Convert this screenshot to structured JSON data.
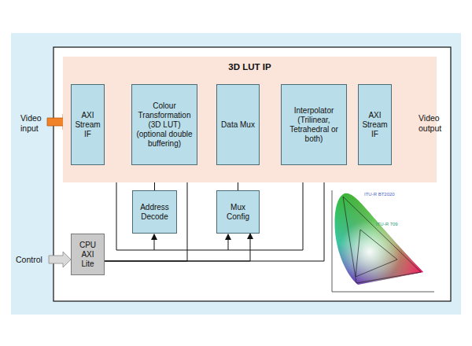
{
  "diagram": {
    "nodes": [
      {
        "text": [
          "3D LUT IP"
        ]
      },
      {
        "text": [
          "AXI Stream IF"
        ],
        "in": 0
      },
      {
        "text": [
          "Colour Transformation (3D LUT) (optional double buffering)"
        ],
        "in": 0
      },
      {
        "text": [
          "Data Mux"
        ],
        "in": 0
      },
      {
        "text": [
          "Interpolator (Trilinear, Tetrahedral or both)"
        ],
        "in": 0
      },
      {
        "text": [
          "AXI Stream IF"
        ],
        "in": 0
      },
      {
        "text": [
          "Address Decode"
        ]
      },
      {
        "text": [
          "Mux Config"
        ]
      },
      {
        "text": [
          "CPU AXI Lite"
        ]
      }
    ],
    "edges": [
      {
        "from": 1,
        "to": 2,
        "arrow": "to"
      },
      {
        "from": 2,
        "to": 3,
        "arrow": "to"
      },
      {
        "from": 3,
        "to": 4,
        "arrow": "to"
      },
      {
        "from": 4,
        "to": 5,
        "arrow": "to"
      },
      {
        "from": 6,
        "to": 2,
        "arrow": "to"
      },
      {
        "from": 7,
        "to": 3,
        "arrow": "to"
      },
      {
        "from": 8,
        "to": 2,
        "arrow": "to"
      },
      {
        "from": 8,
        "to": 7,
        "arrow": "to"
      },
      {
        "from": 8,
        "to": 4,
        "arrow": "to"
      }
    ],
    "labels": [
      "Video input",
      "Video output",
      "Control",
      "ITU-R BT2020",
      "ITU-R 709"
    ]
  }
}
